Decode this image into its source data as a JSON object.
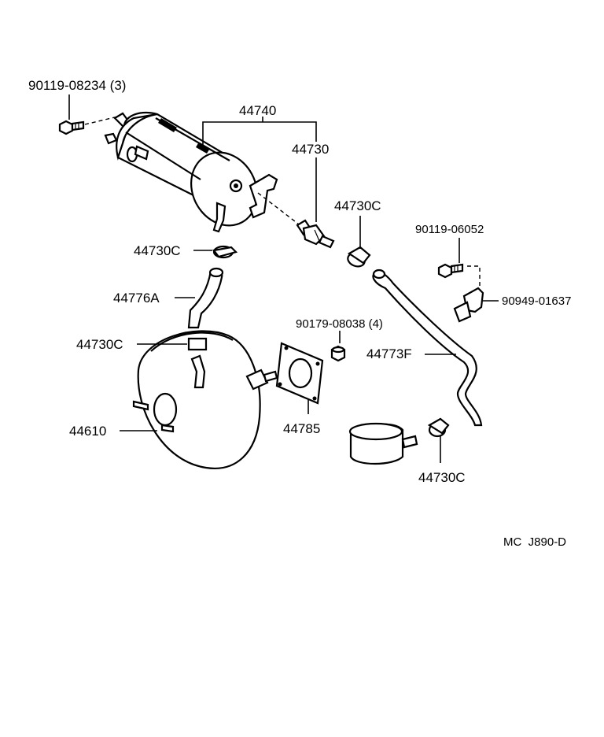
{
  "labels": {
    "bolt_top_left": "90119-08234 (3)",
    "tank_assembly": "44740",
    "check_valve": "44730",
    "clip_upper_right": "44730C",
    "bolt_right": "90119-06052",
    "bracket_right": "90949-01637",
    "clip_under_tank": "44730C",
    "hose_upper_left": "44776A",
    "nut_gasket": "90179-08038 (4)",
    "clip_booster": "44730C",
    "hose_long": "44773F",
    "booster": "44610",
    "gasket": "44785",
    "clip_lower_right": "44730C",
    "diagram_code": "MC  J890-D"
  }
}
